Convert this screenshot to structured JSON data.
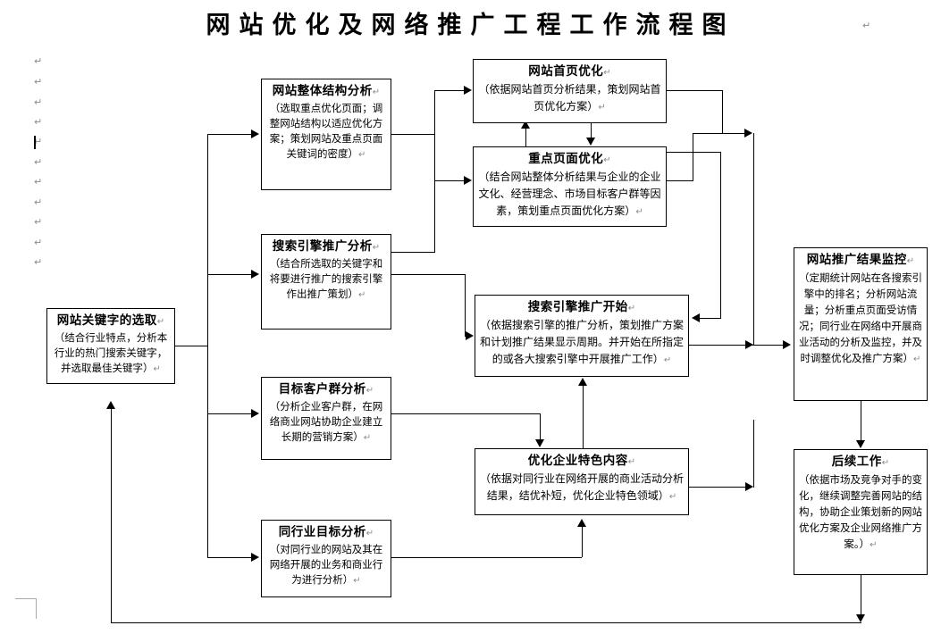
{
  "document": {
    "title": "网站优化及网络推广工程工作流程图",
    "paragraph_mark": "↵"
  },
  "margin_marks": {
    "pilcrow": "↵",
    "count": 11
  },
  "nodes": {
    "keyword": {
      "title": "网站关键字的选取",
      "body": "（结合行业特点，分析本行业的热门搜索关键字，并选取最佳关键字）"
    },
    "structure": {
      "title": "网站整体结构分析",
      "body": "（选取重点优化页面；调整网站结构以适应优化方案；策划网站及重点页面关键词的密度）"
    },
    "homepage": {
      "title": "网站首页优化",
      "body": "（依据网站首页分析结果，策划网站首页优化方案）"
    },
    "keypage": {
      "title": "重点页面优化",
      "body": "（结合网站整体分析结果与企业的企业文化、经营理念、市场目标客户群等因素，策划重点页面优化方案）"
    },
    "seo_analysis": {
      "title": "搜索引擎推广分析",
      "body": "（结合所选取的关键字和将要进行推广的搜索引擎作出推广策划）"
    },
    "seo_start": {
      "title": "搜索引擎推广开始",
      "body": "（依据搜索引擎的推广分析，策划推广方案和计划推广结果显示周期。并开始在所指定的或各大搜索引擎中开展推广工作）"
    },
    "customer": {
      "title": "目标客户群分析",
      "body": "（分析企业客户群，在网络商业网站协助企业建立长期的营销方案）"
    },
    "industry": {
      "title": "同行业目标分析",
      "body": "（对同行业的网站及其在网络开展的业务和商业行为进行分析）"
    },
    "content": {
      "title": "优化企业特色内容",
      "body": "（依据对同行业在网络开展的商业活动分析结果，结优补短，优化企业特色领域）"
    },
    "monitor": {
      "title": "网站推广结果监控",
      "body": "（定期统计网站在各搜索引擎中的排名；分析网站流量；分析重点页面受访情况；同行业在网络中开展商业活动的分析及监控，并及时调整优化及推广方案）"
    },
    "followup": {
      "title": "后续工作",
      "body": "（依据市场及竞争对手的变化，继续调整完善网站的结构，协助企业策划新的网站优化方案及企业网络推广方案。）"
    }
  },
  "colors": {
    "line": "#000000",
    "text": "#000000",
    "mark": "#8a8a8a",
    "page": "#ffffff"
  }
}
